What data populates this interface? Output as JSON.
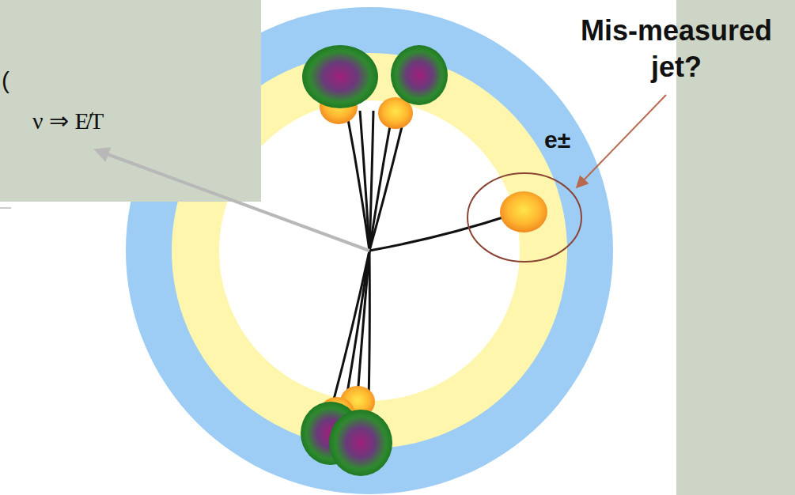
{
  "diagram": {
    "labels": [
      "Mis-measured jet?",
      "(",
      "ν ⇒ E̸T",
      "e±"
    ]
  }
}
